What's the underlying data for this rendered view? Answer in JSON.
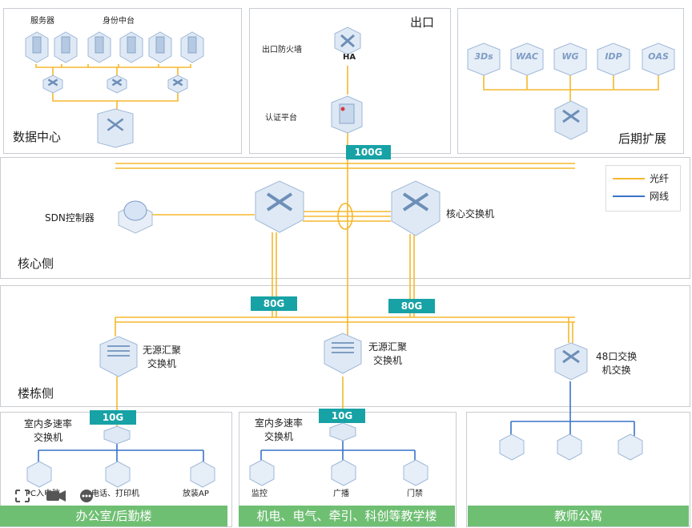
{
  "zones": {
    "datacenter": "数据中心",
    "exit": "出口",
    "future": "后期扩展",
    "core": "核心侧",
    "building": "楼栋侧"
  },
  "labels": {
    "server": "服务器",
    "identity": "身份中台",
    "firewall": "出口防火墙",
    "ha": "HA",
    "auth": "认证平台",
    "sdn": "SDN控制器",
    "core_switch": "核心交换机",
    "agg_left": "无源汇聚\n交换机",
    "agg_mid": "无源汇聚\n交换机",
    "sw48": "48口交换\n机交换",
    "access_left": "室内多速率\n交换机",
    "access_mid": "室内多速率\n交换机",
    "pc": "PC入电脑",
    "phone_printer": "电话、打印机",
    "ap": "放装AP",
    "monitor": "监控",
    "broadcast": "广播",
    "door": "门禁"
  },
  "future_modules": [
    "3Ds",
    "WAC",
    "WG",
    "IDP",
    "OAS"
  ],
  "bandwidth": {
    "exit": "100G",
    "agg_left": "80G",
    "agg_right": "80G",
    "access_left": "10G",
    "access_mid": "10G"
  },
  "bottom": {
    "office": "办公室/后勤楼",
    "teaching": "机电、电气、牵引、科创等教学楼",
    "apartment": "教师公寓"
  },
  "legend": {
    "fiber": "光纤",
    "cable": "网线",
    "fiber_color": "#f5b82e",
    "cable_color": "#3a73c9"
  },
  "icons": {
    "switch": "switch-icon",
    "server": "server-icon",
    "firewall": "firewall-icon",
    "controller": "controller-icon"
  }
}
